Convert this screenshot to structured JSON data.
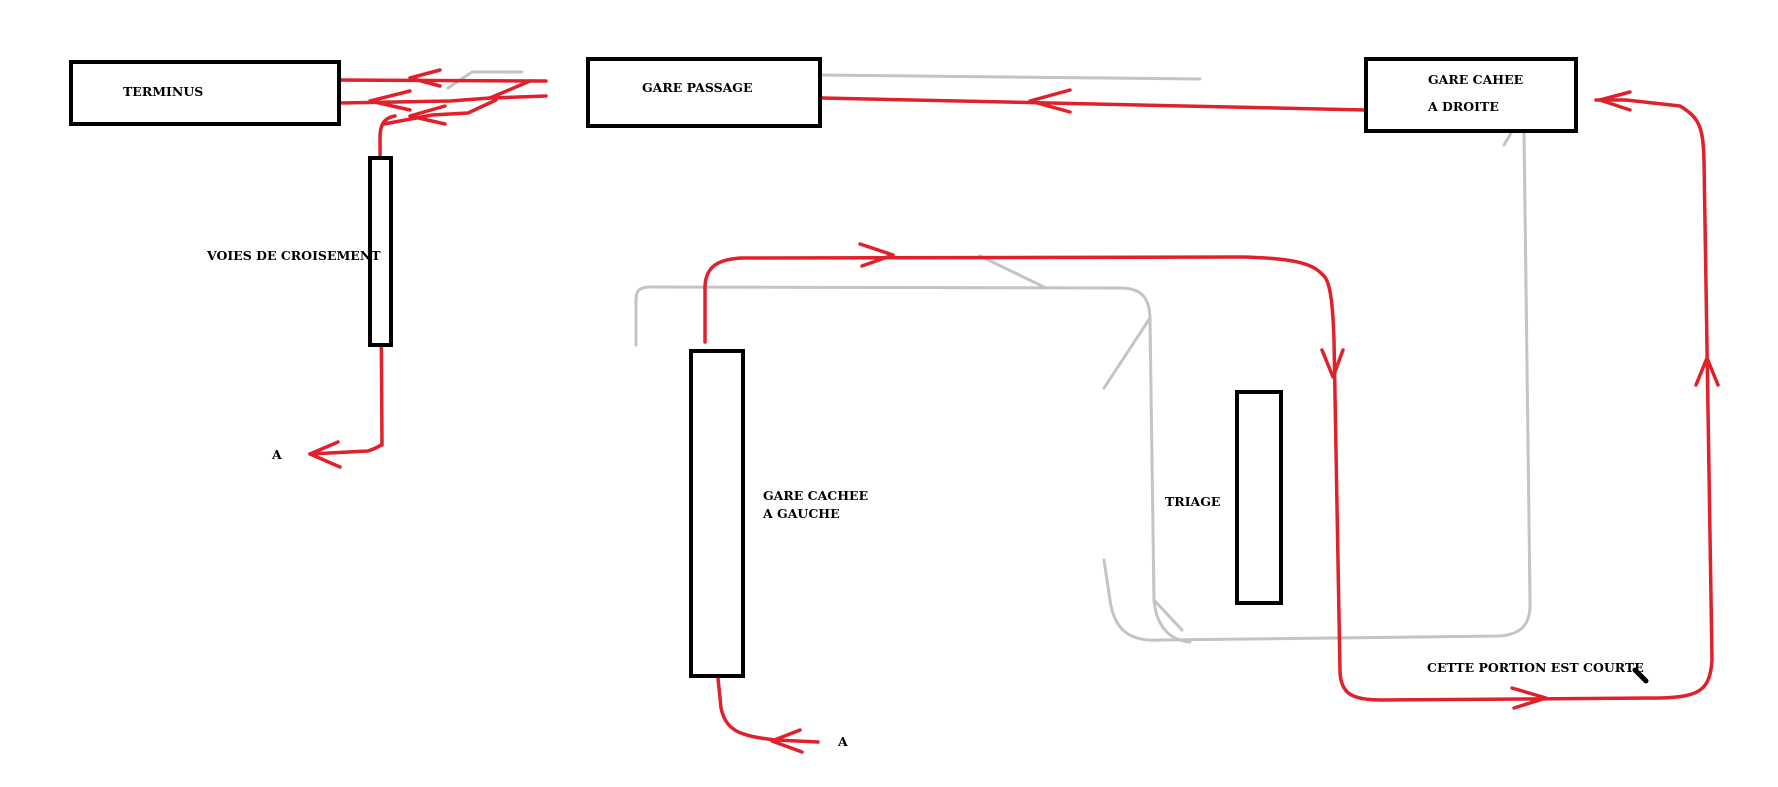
{
  "labels": {
    "terminus": "TERMINUS",
    "gare_passage": "GARE PASSAGE",
    "gare_cachee_droite_line1": "GARE CAHEE",
    "gare_cachee_droite_line2": "A DROITE",
    "voies_croisement": "VOIES DE CROISEMENT",
    "end_a_left": "A",
    "gare_cachee_gauche_line1": "GARE CACHEE",
    "gare_cachee_gauche_line2": "A GAUCHE",
    "end_a_bottom": "A",
    "triage": "TRIAGE",
    "portion_note": "CETTE PORTION EST COURTE"
  },
  "colors": {
    "route": "#e0202a",
    "track": "#c4c4c4",
    "outline": "#000000",
    "background": "#ffffff"
  }
}
